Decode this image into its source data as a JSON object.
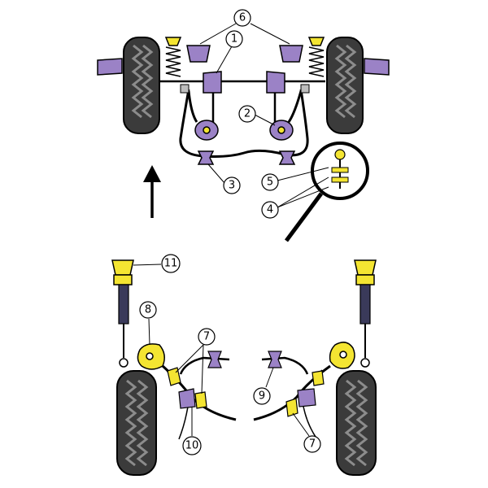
{
  "colors": {
    "bush_purple": "#9b82c6",
    "bush_purple_dark": "#6e5a9a",
    "bush_yellow": "#f4e532",
    "tyre_dark": "#3b3b3b",
    "tyre_tread": "#8c8c8c",
    "shock_body": "#3a3a5a",
    "outline": "#000000"
  },
  "icons": {
    "direction": "arrow-up-icon",
    "magnifier": "magnifying-glass-icon"
  },
  "callouts": {
    "c1": "1",
    "c2": "2",
    "c3": "3",
    "c4": "4",
    "c5": "5",
    "c6": "6",
    "c7a": "7",
    "c7b": "7",
    "c8": "8",
    "c9": "9",
    "c10": "10",
    "c11": "11"
  }
}
